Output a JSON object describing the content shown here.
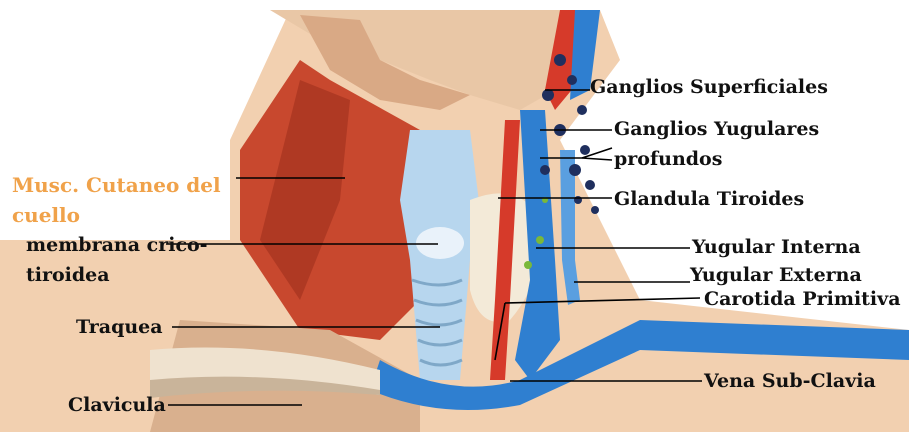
{
  "colors": {
    "muscle": "#c8482e",
    "muscle_dark": "#9a2e1c",
    "skin": "#f2d0b0",
    "trachea": "#b7d6ee",
    "vein": "#2f7fd0",
    "artery": "#d63a2a",
    "node": "#1f2f5e",
    "thyroid": "#f3ead8",
    "label_highlight": "#f0a24a"
  },
  "labels": {
    "ganglios_superficiales": "Ganglios Superficiales",
    "ganglios_yugulares": "Ganglios Yugulares",
    "profundos": "profundos",
    "musc_cutaneo_1": "Musc. Cutaneo del",
    "musc_cutaneo_2": "cuello",
    "glandula_tiroides": "Glandula Tiroides",
    "membrana_1": "membrana crico-",
    "membrana_2": "tiroidea",
    "yugular_interna": "Yugular Interna",
    "yugular_externa": "Yugular Externa",
    "carotida_primitiva": "Carotida Primitiva",
    "traquea": "Traquea",
    "vena_subclavia": "Vena Sub-Clavia",
    "clavicula": "Clavicula"
  }
}
